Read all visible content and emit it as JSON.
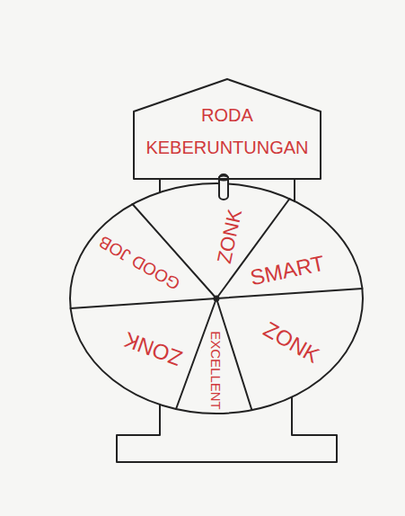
{
  "diagram": {
    "nodes": [
      {
        "text": [
          "RODA KEBERUNTUNGAN"
        ]
      },
      {
        "text": [
          "ZONK"
        ]
      },
      {
        "text": [
          "SMART"
        ]
      },
      {
        "text": [
          "ZONK"
        ]
      },
      {
        "text": [
          "EXCELLENT"
        ]
      },
      {
        "text": [
          "ZONK"
        ]
      },
      {
        "text": [
          "GOOD JOB"
        ]
      }
    ]
  }
}
